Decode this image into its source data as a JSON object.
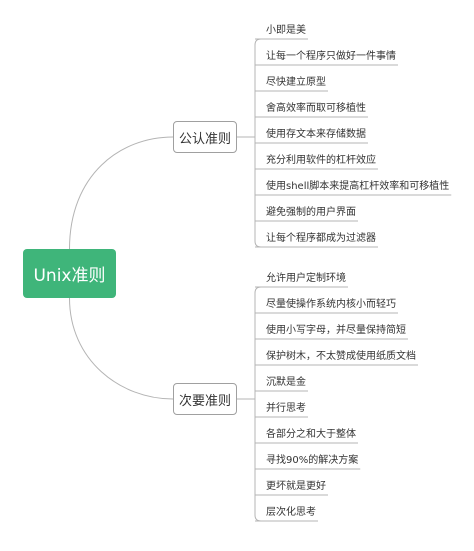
{
  "root": {
    "label": "Unix准则"
  },
  "branches": [
    {
      "label": "公认准则",
      "items": [
        "小即是美",
        "让每一个程序只做好一件事情",
        "尽快建立原型",
        "舍高效率而取可移植性",
        "使用存文本来存储数据",
        "充分利用软件的杠杆效应",
        "使用shell脚本来提高杠杆效率和可移植性",
        "避免强制的用户界面",
        "让每个程序都成为过滤器"
      ]
    },
    {
      "label": "次要准则",
      "items": [
        "允许用户定制环境",
        "尽量使操作系统内核小而轻巧",
        "使用小写字母，并尽量保持简短",
        "保护树木，不太赞成使用纸质文档",
        "沉默是金",
        "并行思考",
        "各部分之和大于整体",
        "寻找90%的解决方案",
        "更坏就是更好",
        "层次化思考"
      ]
    }
  ],
  "colors": {
    "root_fill": "#3fb57a",
    "line": "#b4b4b4",
    "border": "#a0a0a0"
  }
}
